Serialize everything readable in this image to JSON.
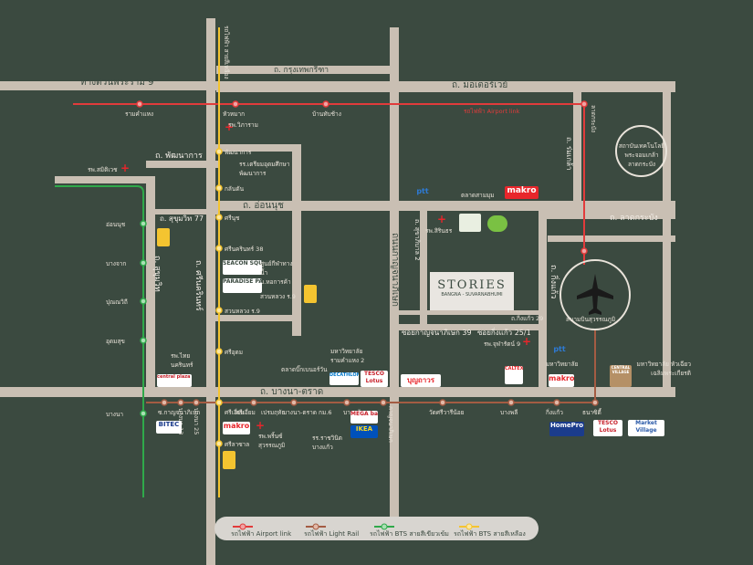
{
  "roads": {
    "expressway_rama9": "ทางด่วนพระราม 9",
    "motorway": "ถ. มอเตอร์เวย์",
    "krungthep_kreetha": "ถ. กรุงเทพกรีฑา",
    "phatthanakan": "ถ. พัฒนาการ",
    "sukhumvit77": "ถ. สุขุมวิท 77",
    "onnut": "ถ. อ่อนนุช",
    "lat_krabang": "ถ. ลาดกระบัง",
    "sukhumvit": "ถ. สุขุมวิท",
    "srinakarin": "ถ. ศรีนครินทร์",
    "kanchanaphisek": "ถนนกาญจนาภิเษก",
    "sukhaphiban2": "ถ. สุขาภิบาล 2",
    "king_kaeo": "ถ. กิ่งแก้ว",
    "romklao": "ถ. ร่มเกล้า",
    "bangna_trad": "ถ. บางนา-ตราด",
    "soi_kanchanaphisek39": "ซอยกาญจนาภิเษก 39",
    "soi_kingkaeo25_1": "ซอยกิ่งแก้ว 25/1",
    "soi_kingkaeo29": "ถ.กิ่งแก้ว 29",
    "srinakarin_vertical_top": "รถไฟฟ้า สายสีเหลือง"
  },
  "stations": {
    "airport_link": [
      "รามคำแหง",
      "หัวหมาก",
      "บ้านทับช้าง",
      "ลาดกระบัง"
    ],
    "airport_link_label": "รถไฟฟ้า Airport link",
    "yellow": [
      "พัฒนาการ",
      "กลันตัน",
      "ศรีนุช",
      "ศรีนครินทร์ 38",
      "สวนหลวง ร.9",
      "ศรีอุดม",
      "ศรีเอี่ยม",
      "ศรีลาซาล"
    ],
    "green": [
      "อ่อนนุช",
      "บางจาก",
      "ปุณณวิถี",
      "อุดมสุข",
      "บางนา"
    ],
    "light_rail": [
      "ศรีเอี่ยม",
      "เปรมฤทัย",
      "บางนา-ตราด กม.6",
      "บางแก้ว",
      "กาญจนาภิเษก",
      "วัดศรีวารีน้อย",
      "บางพลี",
      "กิ่งแก้ว",
      "ธนาซิตี้"
    ],
    "bangna_lr_left": [
      "ซ.กาญจนาภิเษก",
      "บางนา 13",
      "บางนา 25"
    ]
  },
  "places": {
    "hosp_vibharam": "รพ.วิภาราม",
    "school_prep": "รร.เตรียมอุดมศึกษา พัฒนาการ",
    "hosp_samitivej": "รพ.สมิติเวช",
    "kmitl": "สถาบันเทคโนโลยีพระจอมเกล้า ลาดกระบัง",
    "ptt": "ptt",
    "market_sammunmuang": "ตลาดสามมุม",
    "makro": "makro",
    "hosp_sirinthorn": "รพ.สิรินธร",
    "seacon": "SEACON SQUARE",
    "sportcomplex": "ศูนย์กีฬาทางน้ำ ม.หอการค้า",
    "paradise": "PARADISE PARK",
    "suanluang": "สวนหลวง ร.9",
    "ramkhamhaeng2": "มหาวิทยาลัย รามคำแหง 2",
    "market_bangna": "ตลาดบิ๊กเบนอร์วัน",
    "hosp_chularat9": "รพ.จุฬารัตน์ 9",
    "airport": "สนามบินสุวรรณภูมิ",
    "hosp_thai_nakarin": "รพ.ไทย นครินทร์",
    "central_bangna": "central plaza bangna",
    "decathlon": "DECATHLON",
    "tesco": "TESCO Lotus",
    "bangkok_mall": "บุญถาวร",
    "caltex": "CALTEX",
    "makro2": "makro",
    "central_village": "CENTRAL VILLAGE",
    "uni_huachiew": "มหาวิทยาลัย หัวเฉียว เฉลิมพระเกียรติ",
    "bitec": "BITEC",
    "makro3": "makro",
    "hosp_ploenchit": "รพ.พริ้นซ์ สุวรรณภูมิ",
    "mega": "MEGA bangna",
    "ikea": "IKEA",
    "school_bangna": "รร.ราชวินิต บางแก้ว",
    "homepro": "HomePro",
    "tesco2": "TESCO Lotus",
    "market_village": "Market Village",
    "ptt2": "ptt",
    "uni_ramkham_label": "มหาวิทยาลัย"
  },
  "stories": {
    "name": "STORIES",
    "sub": "BANGNA - SUVARNABHUMI"
  },
  "legend": {
    "airport_link": "รถไฟฟ้า Airport link",
    "light_rail": "รถไฟฟ้า Light Rail",
    "bts_green": "รถไฟฟ้า BTS สายสีเขียวเข้ม",
    "bts_yellow": "รถไฟฟ้า BTS สายสีเหลือง"
  },
  "colors": {
    "background": "#3b4a40",
    "road": "#c9bfb3",
    "airport_link": "#e23b3b",
    "light_rail": "#a45c43",
    "bts_green": "#2fa94a",
    "bts_yellow": "#f4c430"
  }
}
